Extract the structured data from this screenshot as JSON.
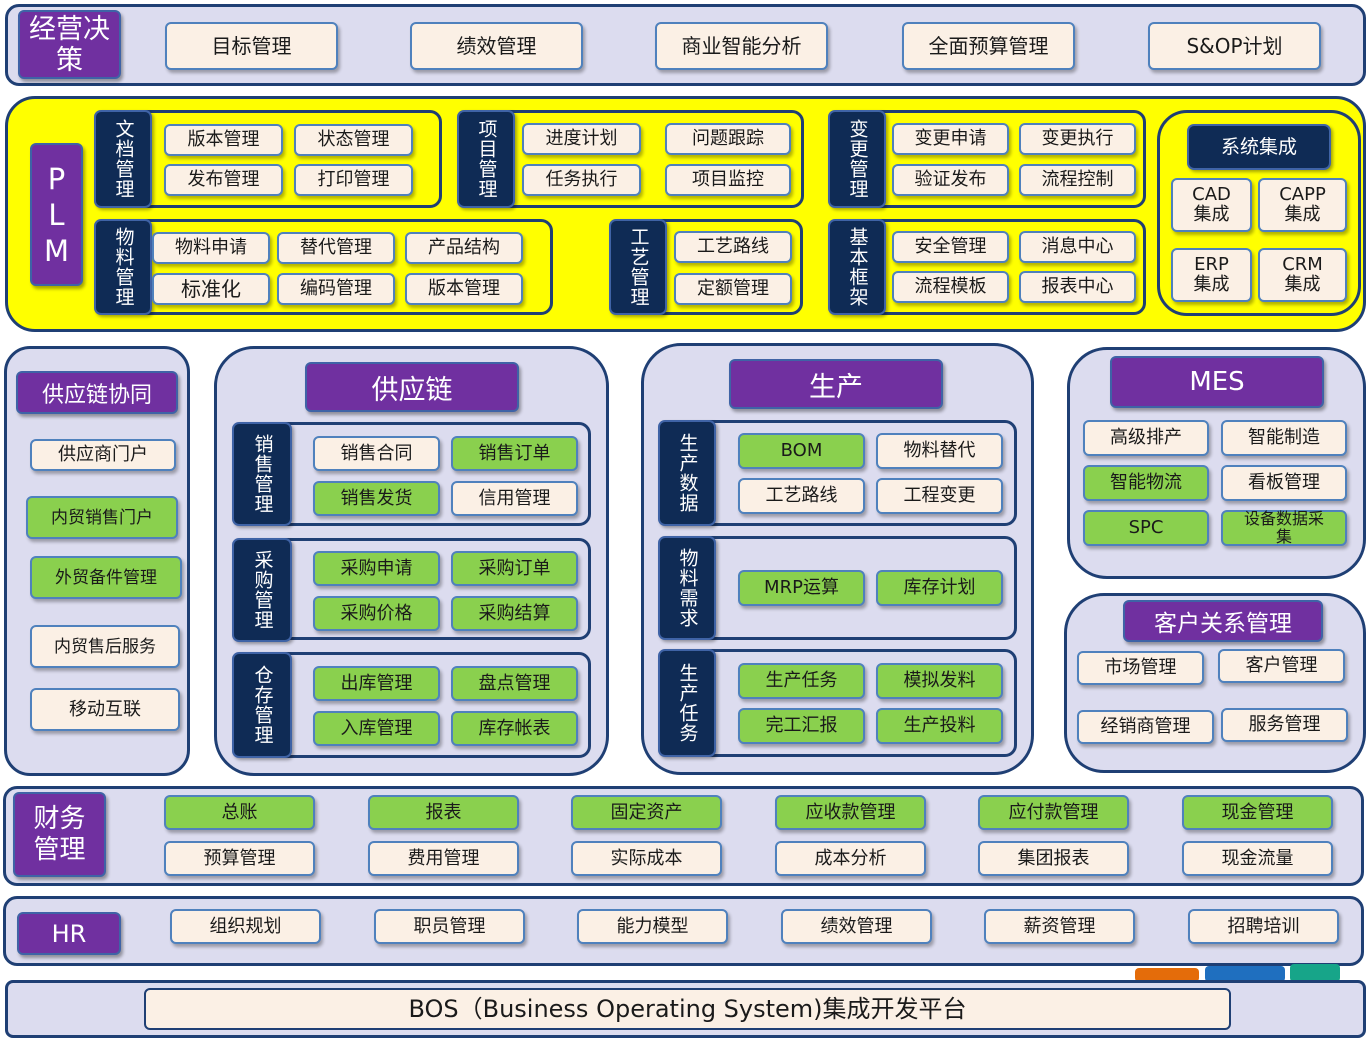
{
  "top": {
    "label": "经营决策",
    "items": [
      "目标管理",
      "绩效管理",
      "商业智能分析",
      "全面预算管理",
      "S&OP计划"
    ]
  },
  "plm": {
    "label": "PLM",
    "doc": {
      "label": "文档管理",
      "items": [
        "版本管理",
        "状态管理",
        "发布管理",
        "打印管理"
      ]
    },
    "project": {
      "label": "项目管理",
      "items": [
        "进度计划",
        "问题跟踪",
        "任务执行",
        "项目监控"
      ]
    },
    "change": {
      "label": "变更管理",
      "items": [
        "变更申请",
        "变更执行",
        "验证发布",
        "流程控制"
      ]
    },
    "material": {
      "label": "物料管理",
      "items": [
        "物料申请",
        "替代管理",
        "产品结构",
        "标准化",
        "编码管理",
        "版本管理"
      ]
    },
    "craft": {
      "label": "工艺管理",
      "items": [
        "工艺路线",
        "定额管理"
      ]
    },
    "base": {
      "label": "基本框架",
      "items": [
        "安全管理",
        "消息中心",
        "流程模板",
        "报表中心"
      ]
    },
    "integration": {
      "title": "系统集成",
      "items": [
        "CAD\n集成",
        "CAPP\n集成",
        "ERP\n集成",
        "CRM\n集成"
      ]
    }
  },
  "scm_collab": {
    "title": "供应链协同",
    "items": [
      "供应商门户",
      "内贸销售门户",
      "外贸备件管理",
      "内贸售后服务",
      "移动互联"
    ]
  },
  "supply": {
    "title": "供应链",
    "sales": {
      "label": "销售管理",
      "items": [
        "销售合同",
        "销售订单",
        "销售发货",
        "信用管理"
      ]
    },
    "purchase": {
      "label": "采购管理",
      "items": [
        "采购申请",
        "采购订单",
        "采购价格",
        "采购结算"
      ]
    },
    "warehouse": {
      "label": "仓存管理",
      "items": [
        "出库管理",
        "盘点管理",
        "入库管理",
        "库存帐表"
      ]
    }
  },
  "production": {
    "title": "生产",
    "data": {
      "label": "生产数据",
      "items": [
        "BOM",
        "物料替代",
        "工艺路线",
        "工程变更"
      ]
    },
    "demand": {
      "label": "物料需求",
      "items": [
        "MRP运算",
        "库存计划"
      ]
    },
    "task": {
      "label": "生产任务",
      "items": [
        "生产任务",
        "模拟发料",
        "完工汇报",
        "生产投料"
      ]
    }
  },
  "mes": {
    "title": "MES",
    "items": [
      "高级排产",
      "智能制造",
      "智能物流",
      "看板管理",
      "SPC",
      "设备数据采\n集"
    ]
  },
  "crm": {
    "title": "客户关系管理",
    "items": [
      "市场管理",
      "客户管理",
      "经销商管理",
      "服务管理"
    ]
  },
  "finance": {
    "label": "财务管理",
    "row1": [
      "总账",
      "报表",
      "固定资产",
      "应收款管理",
      "应付款管理",
      "现金管理"
    ],
    "row2": [
      "预算管理",
      "费用管理",
      "实际成本",
      "成本分析",
      "集团报表",
      "现金流量"
    ]
  },
  "hr": {
    "label": "HR",
    "items": [
      "组织规划",
      "职员管理",
      "能力模型",
      "绩效管理",
      "薪资管理",
      "招聘培训"
    ]
  },
  "bos": "BOS（Business Operating System)集成开发平台",
  "colors": {
    "purple": "#7030a0",
    "navy": "#0f2b55",
    "plm_bg": "#ffff00",
    "panel_bg": "#dcdcef",
    "green_box": "#8ad04e",
    "beige_box": "#fbf0e5",
    "border": "#1f3f74"
  }
}
